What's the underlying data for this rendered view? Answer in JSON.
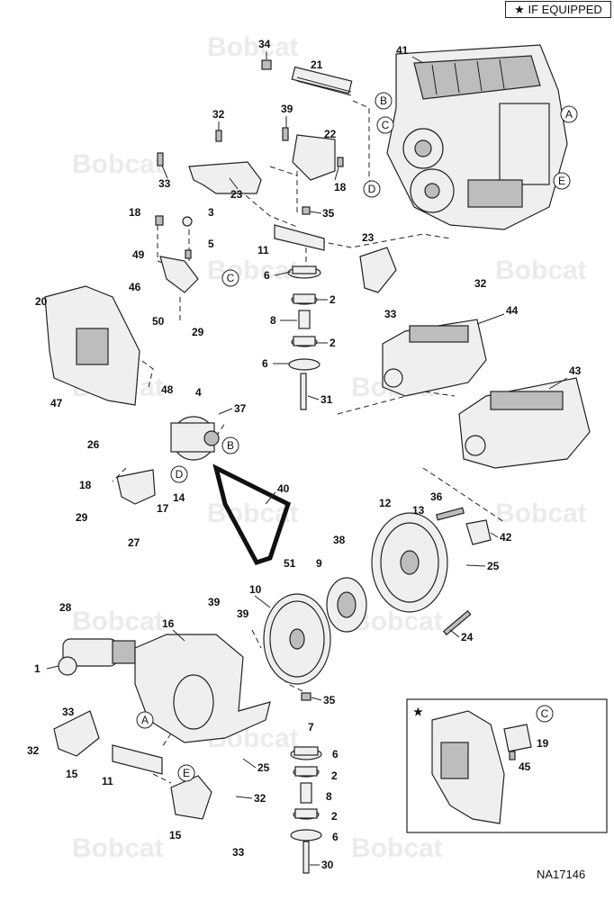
{
  "header": {
    "if_equipped_marker": "★",
    "if_equipped_text": "IF EQUIPPED"
  },
  "figure_code": "NA17146",
  "watermark": "Bobcat",
  "inset_marker": "★",
  "callouts": {
    "p1": "1",
    "p2a": "2",
    "p2b": "2",
    "p2c": "2",
    "p2d": "2",
    "p3": "3",
    "p4": "4",
    "p5": "5",
    "p6a": "6",
    "p6b": "6",
    "p6c": "6",
    "p6d": "6",
    "p7": "7",
    "p8a": "8",
    "p8b": "8",
    "p9": "9",
    "p10": "10",
    "p11a": "11",
    "p11b": "11",
    "p12": "12",
    "p13": "13",
    "p14": "14",
    "p15a": "15",
    "p15b": "15",
    "p16": "16",
    "p17": "17",
    "p18a": "18",
    "p18b": "18",
    "p18c": "18",
    "p19": "19",
    "p20": "20",
    "p21": "21",
    "p22": "22",
    "p23a": "23",
    "p23b": "23",
    "p24": "24",
    "p25a": "25",
    "p25b": "25",
    "p26": "26",
    "p27": "27",
    "p28": "28",
    "p29a": "29",
    "p29b": "29",
    "p30": "30",
    "p31": "31",
    "p32a": "32",
    "p32b": "32",
    "p32c": "32",
    "p32d": "32",
    "p33a": "33",
    "p33b": "33",
    "p33c": "33",
    "p33d": "33",
    "p34": "34",
    "p35a": "35",
    "p35b": "35",
    "p36": "36",
    "p37": "37",
    "p38": "38",
    "p39a": "39",
    "p39b": "39",
    "p39c": "39",
    "p40": "40",
    "p41": "41",
    "p42": "42",
    "p43": "43",
    "p44": "44",
    "p45": "45",
    "p46": "46",
    "p47": "47",
    "p48": "48",
    "p49": "49",
    "p50": "50",
    "p51": "51"
  },
  "refs": {
    "engine_a": "A",
    "engine_b": "B",
    "engine_c": "C",
    "engine_d": "D",
    "engine_e": "E",
    "bracket_c": "C",
    "alt_b": "B",
    "alt_d": "D",
    "housing_a": "A",
    "housing_e": "E",
    "inset_c": "C"
  }
}
